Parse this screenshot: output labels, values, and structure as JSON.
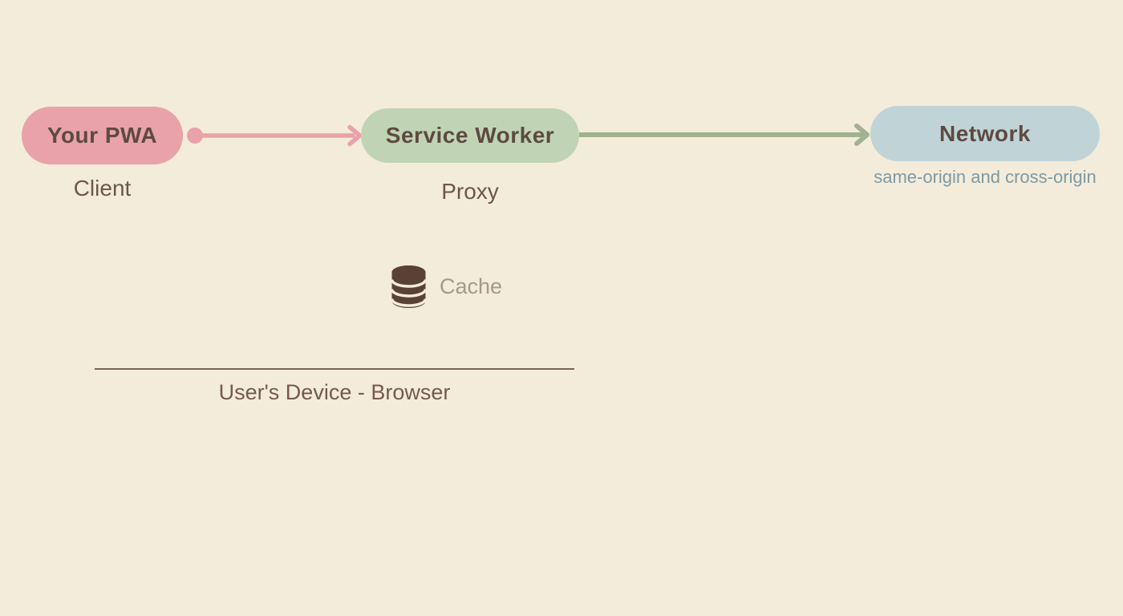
{
  "colors": {
    "background": "#f4ecda",
    "pink": "#e9a2aa",
    "green": "#c0d4b5",
    "blue": "#c0d4d7",
    "sage_arrow": "#a0b290",
    "title_brown": "#5d4a41",
    "label_brown": "#6d564c",
    "subtitle_blue": "#7c9aa6",
    "cache_gray": "#a6988e",
    "icon_brown": "#5a4137",
    "line_brown": "#7d6256",
    "device_text": "#75594e"
  },
  "nodes": {
    "pwa": {
      "title": "Your PWA",
      "label": "Client"
    },
    "service_worker": {
      "title": "Service Worker",
      "label": "Proxy"
    },
    "network": {
      "title": "Network",
      "label": "same-origin and cross-origin"
    }
  },
  "cache": {
    "label": "Cache"
  },
  "device": {
    "label": "User's Device - Browser"
  }
}
